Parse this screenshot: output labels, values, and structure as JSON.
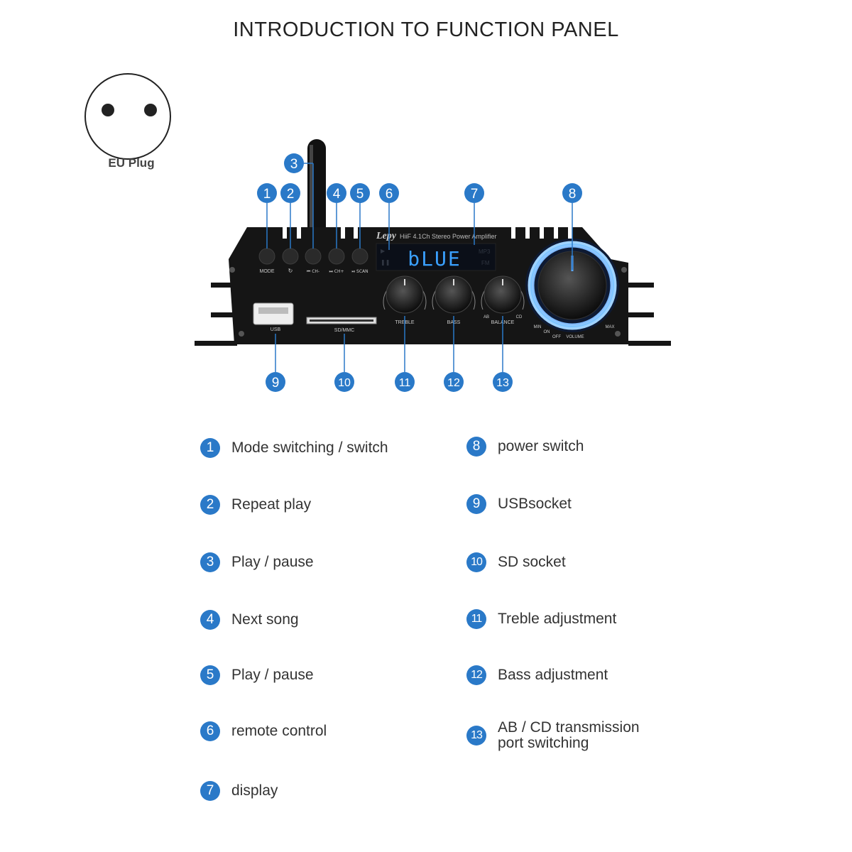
{
  "title": "INTRODUCTION TO FUNCTION PANEL",
  "plug_label": "EU Plug",
  "colors": {
    "callout_blue": "#2a79c8",
    "display_blue": "#3aa0ff",
    "panel": "#151515"
  },
  "panel": {
    "brand": "Lepy",
    "model": "HiiF 4.1Ch Stereo Power Amplifier",
    "display_text": "bLUE",
    "display_icons": [
      "MP3",
      "FM"
    ],
    "buttons": [
      "MODE",
      "↻",
      "⏮ CH-",
      "⏭ CH+",
      "⏯ SCAN"
    ],
    "port_labels": {
      "usb": "USB",
      "sd": "SD/MMC"
    },
    "knob_labels": {
      "treble": "TREBLE",
      "bass": "BASS",
      "balance": "BALANCE",
      "ab": "AB",
      "cd": "CD"
    },
    "volume_labels": {
      "min": "MIN",
      "max": "MAX",
      "on": "ON",
      "off": "OFF",
      "volume": "VOLUME"
    }
  },
  "callout_numbers": [
    "1",
    "2",
    "3",
    "4",
    "5",
    "6",
    "7",
    "8",
    "9",
    "10",
    "11",
    "12",
    "13"
  ],
  "legend": [
    {
      "num": "1",
      "text": "Mode switching / switch"
    },
    {
      "num": "2",
      "text": "Repeat play"
    },
    {
      "num": "3",
      "text": "Play / pause"
    },
    {
      "num": "4",
      "text": "Next song"
    },
    {
      "num": "5",
      "text": "Play / pause"
    },
    {
      "num": "6",
      "text": "remote control"
    },
    {
      "num": "7",
      "text": "display"
    },
    {
      "num": "8",
      "text": "power switch"
    },
    {
      "num": "9",
      "text": "USBsocket"
    },
    {
      "num": "10",
      "text": "SD socket"
    },
    {
      "num": "11",
      "text": "Treble adjustment"
    },
    {
      "num": "12",
      "text": "Bass adjustment"
    },
    {
      "num": "13",
      "text": "AB / CD transmission\nport switching"
    }
  ]
}
